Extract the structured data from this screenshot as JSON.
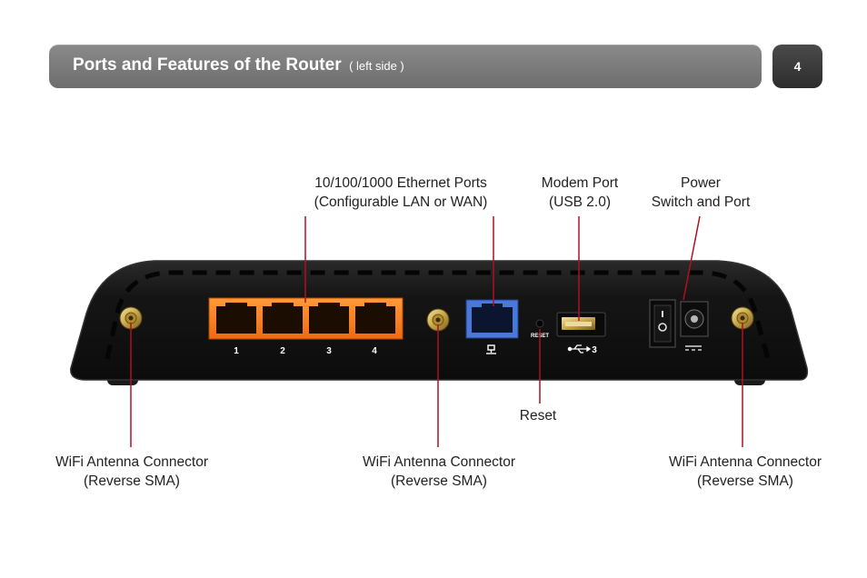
{
  "header": {
    "title": "Ports and Features of the Router",
    "subtitle": "( left side )",
    "page_number": "4"
  },
  "callouts": {
    "ethernet": {
      "line1": "10/100/1000 Ethernet Ports",
      "line2": "(Configurable LAN or WAN)"
    },
    "modem": {
      "line1": "Modem Port",
      "line2": "(USB 2.0)"
    },
    "power": {
      "line1": "Power",
      "line2": "Switch and Port"
    },
    "reset": {
      "line1": "Reset"
    },
    "antenna_left": {
      "line1": "WiFi Antenna Connector",
      "line2": "(Reverse SMA)"
    },
    "antenna_center": {
      "line1": "WiFi Antenna Connector",
      "line2": "(Reverse SMA)"
    },
    "antenna_right": {
      "line1": "WiFi Antenna Connector",
      "line2": "(Reverse SMA)"
    }
  },
  "router_labels": {
    "port_numbers": [
      "1",
      "2",
      "3",
      "4"
    ],
    "reset_text": "RESET",
    "usb_number": "3"
  },
  "colors": {
    "header_bg": "#7a7a7a",
    "page_box_bg": "#3a3a3a",
    "ethernet_port": "#ff7a1a",
    "wan_port": "#4a78d8",
    "router_body": "#141414",
    "callout_line": "#b01020"
  }
}
